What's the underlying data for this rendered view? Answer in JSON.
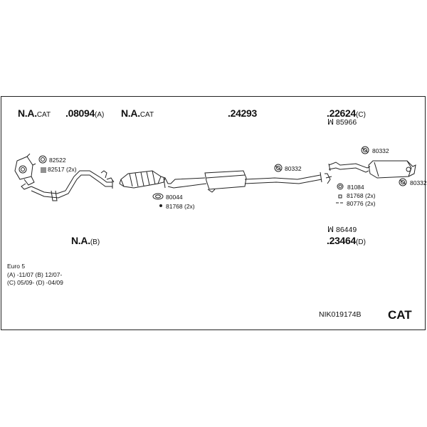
{
  "parts": {
    "p1": {
      "main": "N.A.",
      "suffix": "CAT"
    },
    "p2": {
      "main": ".08094",
      "suffix": "(A)"
    },
    "p3": {
      "main": "N.A.",
      "suffix": "CAT"
    },
    "p4": {
      "main": ".24293",
      "suffix": ""
    },
    "p5": {
      "main": ".22624",
      "suffix": "(C)"
    },
    "p6": {
      "main": ".23464",
      "suffix": "(D)"
    },
    "p7": {
      "main": "N.A.",
      "suffix": "(B)"
    }
  },
  "kits": {
    "k1": {
      "icon": "kit-icon",
      "text": "85966"
    },
    "k2": {
      "icon": "kit-icon",
      "text": "86449"
    }
  },
  "small_parts": {
    "s1": "82522",
    "s2": "82517 (2x)",
    "s3": "80044",
    "s4": "81768 (2x)",
    "s5": "80332",
    "s6": "81084",
    "s7": "81768 (2x)",
    "s8": "80776 (2x)",
    "s9": "80332",
    "s10": "80332"
  },
  "notes": {
    "l1": "Euro 5",
    "l2": "(A) -11/07 (B) 12/07-",
    "l3": "(C) 05/09- (D) -04/09"
  },
  "footer": {
    "ref": "NIK019174B",
    "type": "CAT"
  },
  "colors": {
    "line": "#222222",
    "text": "#111111",
    "background": "#ffffff"
  }
}
